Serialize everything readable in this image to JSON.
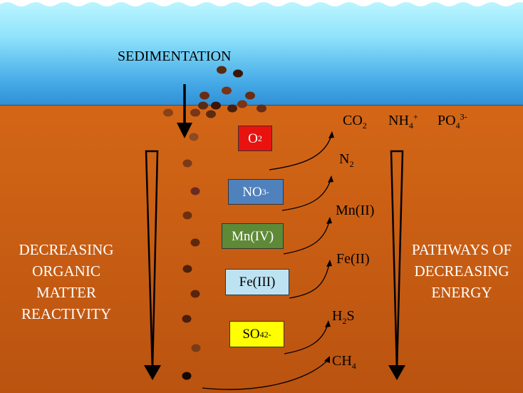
{
  "sedimentation_label": "SEDIMENTATION",
  "left_label": [
    "DECREASING",
    "ORGANIC",
    "MATTER",
    "REACTIVITY"
  ],
  "right_label": [
    "PATHWAYS OF",
    "DECREASING",
    "ENERGY"
  ],
  "acceptors": [
    {
      "base": "O",
      "sub": "2",
      "sup": "",
      "color": "#e8130f",
      "text_color": "#ffffff"
    },
    {
      "base": "NO",
      "sub": "3",
      "sup": "-",
      "color": "#4f81bd",
      "text_color": "#ffffff"
    },
    {
      "base": "Mn(IV)",
      "sub": "",
      "sup": "",
      "color": "#5e8a38",
      "text_color": "#ffffff"
    },
    {
      "base": "Fe(III)",
      "sub": "",
      "sup": "",
      "color": "#bde3f2",
      "text_color": "#000000"
    },
    {
      "base": "SO",
      "sub": "4",
      "sup": "2-",
      "color": "#ffff00",
      "text_color": "#000000"
    }
  ],
  "products_top": [
    {
      "base": "CO",
      "sub": "2",
      "sup": ""
    },
    {
      "base": "NH",
      "sub": "4",
      "sup": "+"
    },
    {
      "base": "PO",
      "sub": "4",
      "sup": "3-"
    }
  ],
  "products": [
    {
      "base": "N",
      "sub": "2",
      "sup": ""
    },
    {
      "base": "Mn(II)",
      "sub": "",
      "sup": ""
    },
    {
      "base": "Fe(II)",
      "sub": "",
      "sup": ""
    },
    {
      "pre": "H",
      "sub": "2",
      "base": "S",
      "sup": ""
    },
    {
      "base": "CH",
      "sub": "4",
      "sup": ""
    }
  ],
  "colors": {
    "water_top": "#bdf6ff",
    "water_bottom": "#2f8fd6",
    "sediment": "#c95e14",
    "particle": "#3a1d0b"
  }
}
